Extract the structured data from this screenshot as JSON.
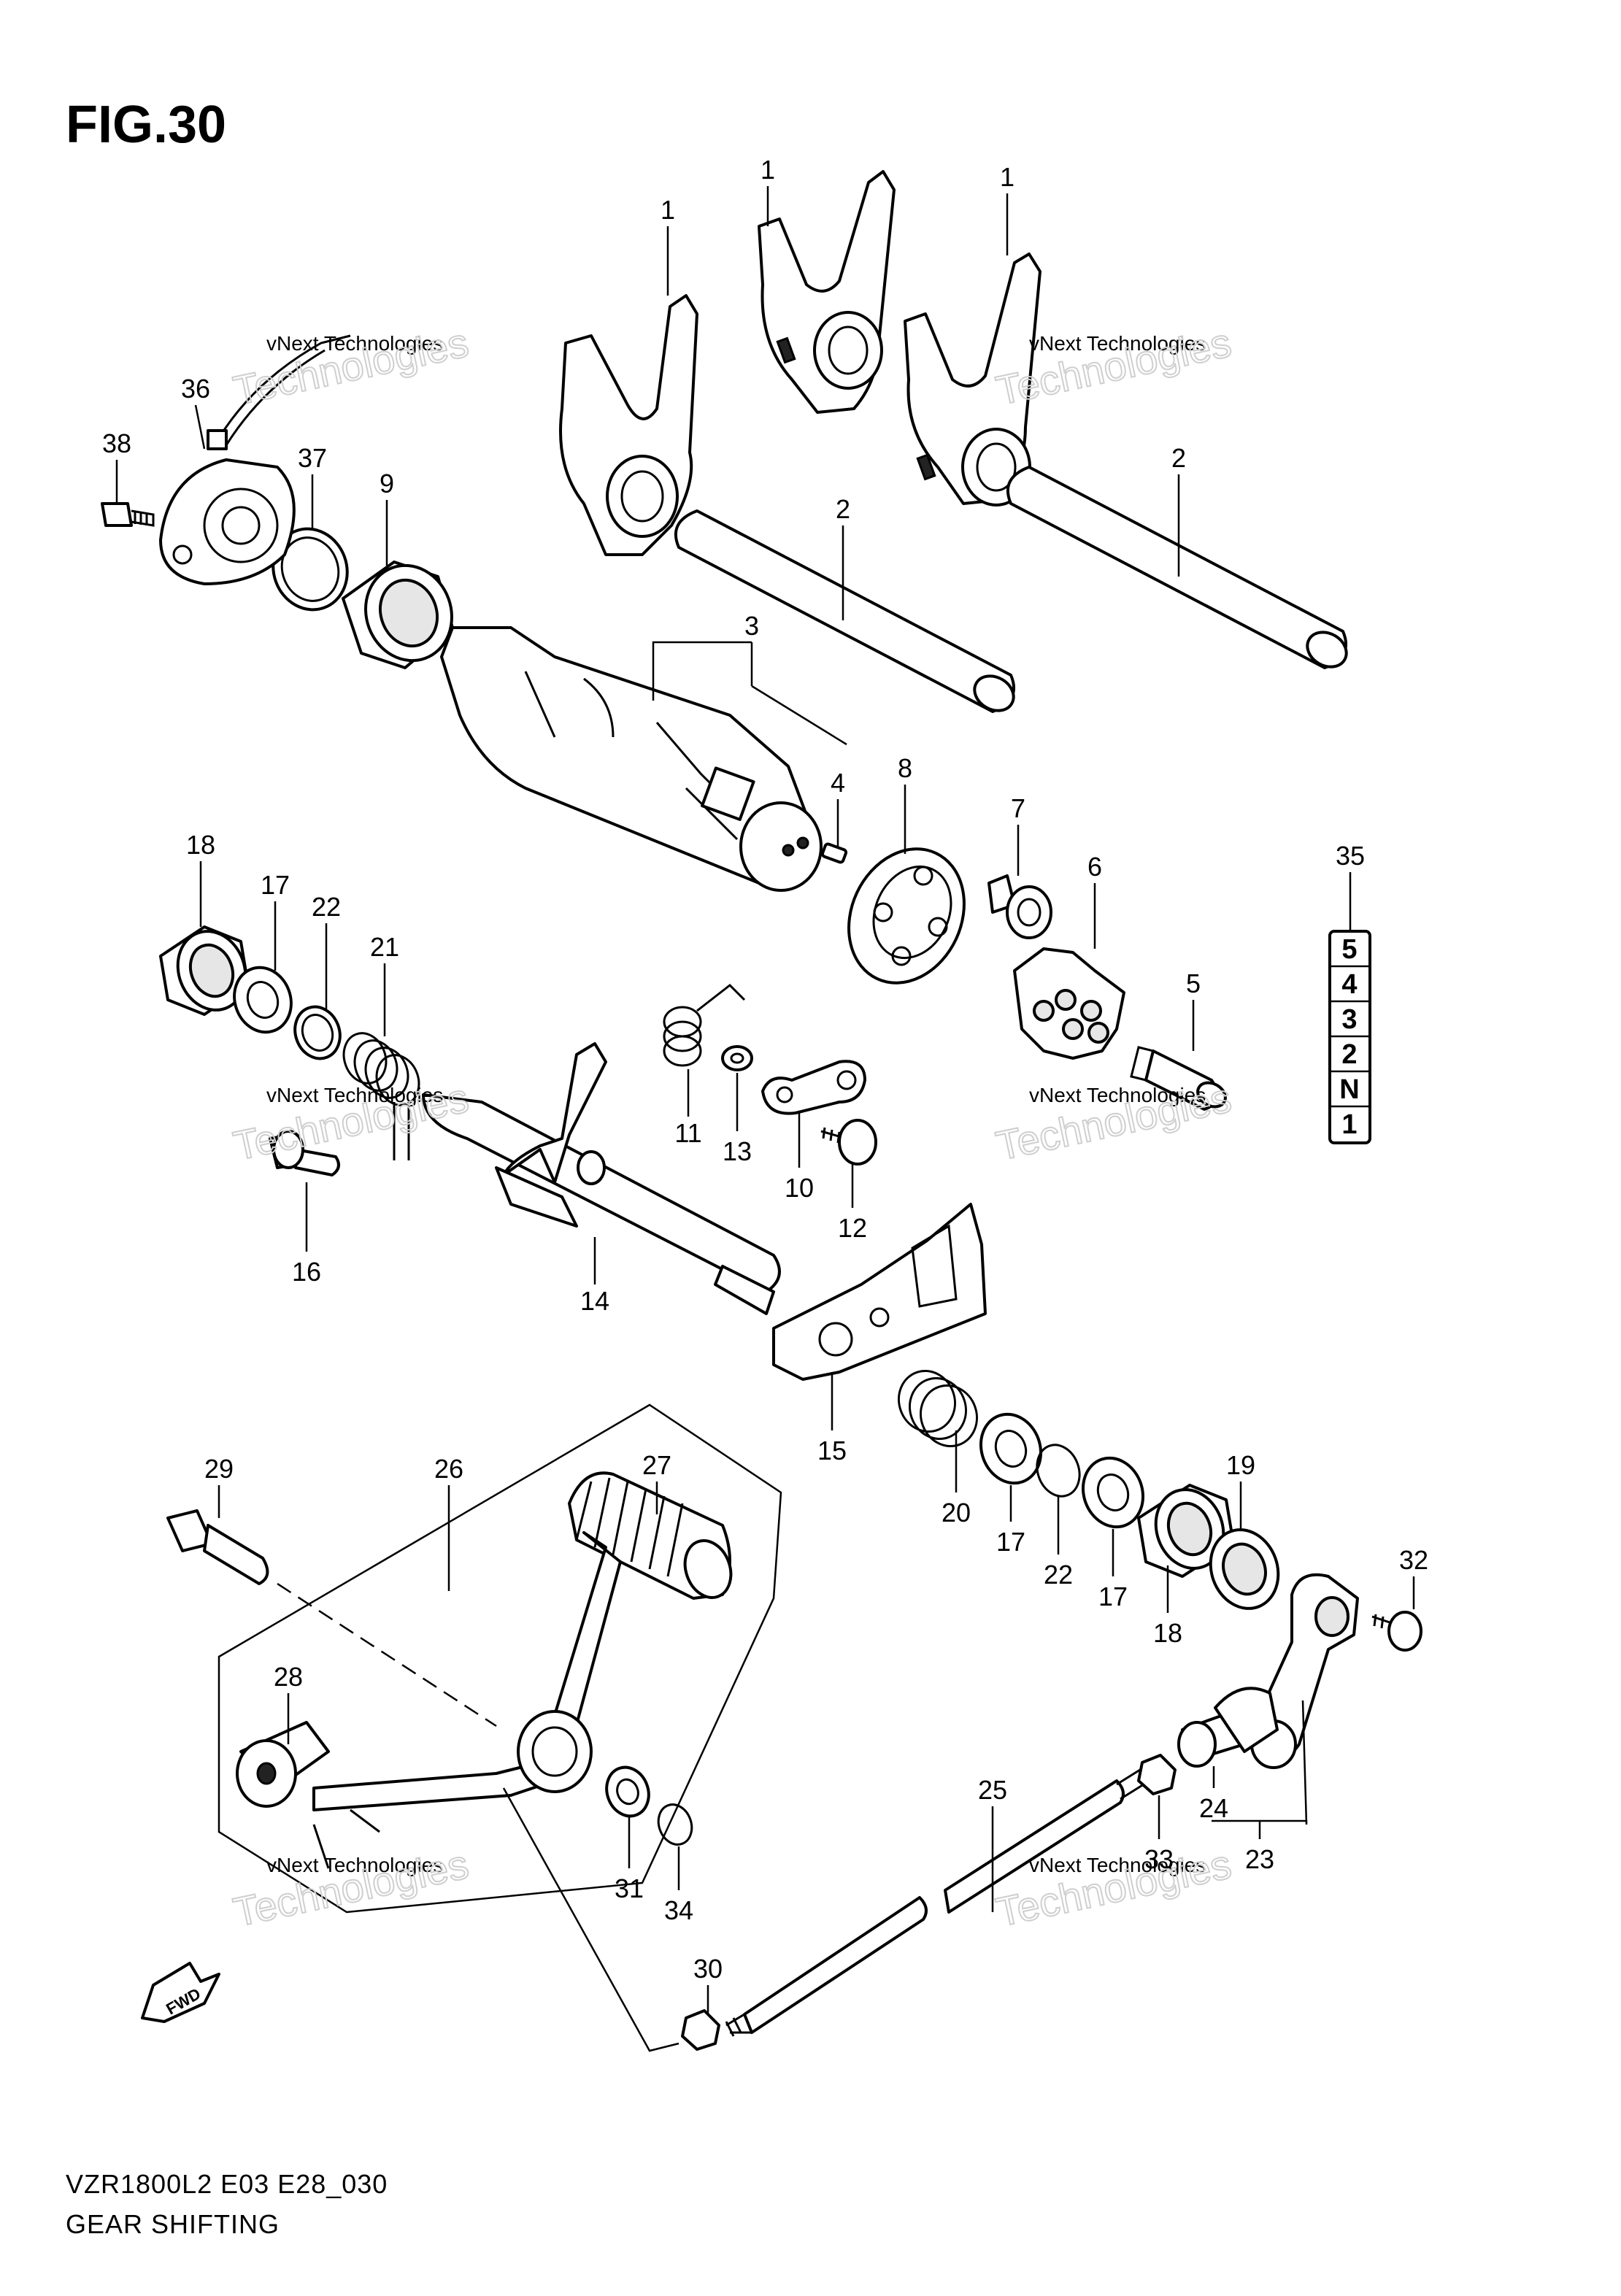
{
  "figure": {
    "title": "FIG.30"
  },
  "footer": {
    "model_code": "VZR1800L2 E03 E28_030",
    "caption": "GEAR SHIFTING"
  },
  "watermark": {
    "line1": "vNext Technologies",
    "line2": "Technologies"
  },
  "fwd_label": "FWD",
  "gear_indicator": [
    "5",
    "4",
    "3",
    "2",
    "N",
    "1"
  ],
  "callouts": {
    "c1a": "1",
    "c1b": "1",
    "c1c": "1",
    "c2a": "2",
    "c2b": "2",
    "c3": "3",
    "c4": "4",
    "c5": "5",
    "c6": "6",
    "c7": "7",
    "c8": "8",
    "c9": "9",
    "c10": "10",
    "c11": "11",
    "c12": "12",
    "c13": "13",
    "c14": "14",
    "c15": "15",
    "c16": "16",
    "c17a": "17",
    "c17b": "17",
    "c17c": "17",
    "c18a": "18",
    "c18b": "18",
    "c19": "19",
    "c20": "20",
    "c21": "21",
    "c22a": "22",
    "c22b": "22",
    "c23": "23",
    "c24": "24",
    "c25": "25",
    "c26": "26",
    "c27": "27",
    "c28": "28",
    "c29": "29",
    "c30": "30",
    "c31": "31",
    "c32": "32",
    "c33": "33",
    "c34": "34",
    "c35": "35",
    "c36": "36",
    "c37": "37",
    "c38": "38"
  },
  "icons": {
    "shift_fork": "shift-fork-icon",
    "fork_shaft": "fork-shaft-icon",
    "shift_cam": "gearshift-cam-icon",
    "bearing": "bearing-icon",
    "shaft": "gearshift-shaft-icon",
    "pedal": "gearshift-lever-icon",
    "rod": "gearshift-link-rod-icon",
    "fwd_arrow": "fwd-arrow-icon",
    "sensor": "gear-position-sensor-icon"
  }
}
